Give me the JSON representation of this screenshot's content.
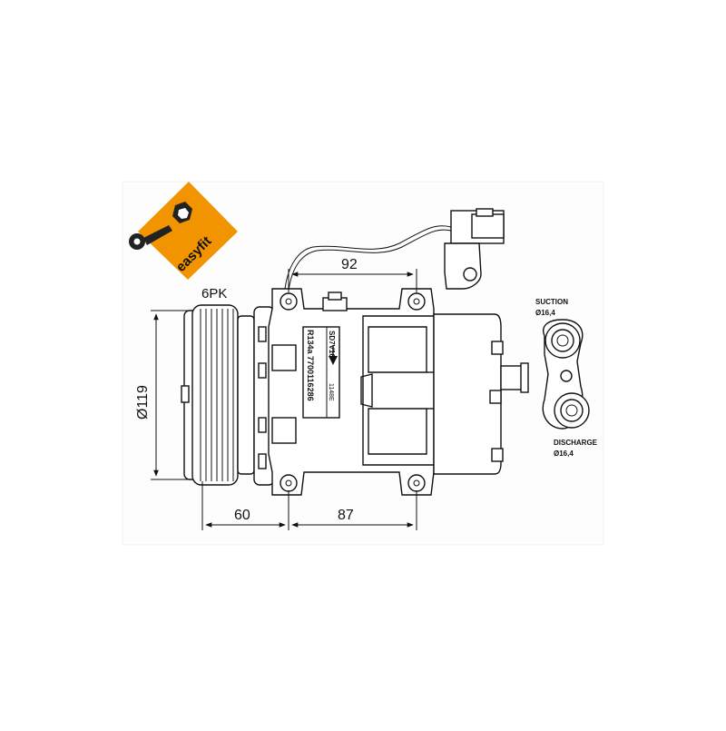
{
  "logo": {
    "text": "easyfit",
    "brand_color": "#f29400"
  },
  "dimensions": {
    "belt": "6PK",
    "diameter": "Ø119",
    "top_width": "92",
    "bottom_left": "60",
    "bottom_right": "87"
  },
  "label_plate": {
    "model": "SD7V16",
    "refrigerant_part": "R134a 7700116286",
    "code": "1148E"
  },
  "ports": {
    "suction_label": "SUCTION",
    "suction_size": "Ø16,4",
    "discharge_label": "DISCHARGE",
    "discharge_size": "Ø16,4"
  }
}
